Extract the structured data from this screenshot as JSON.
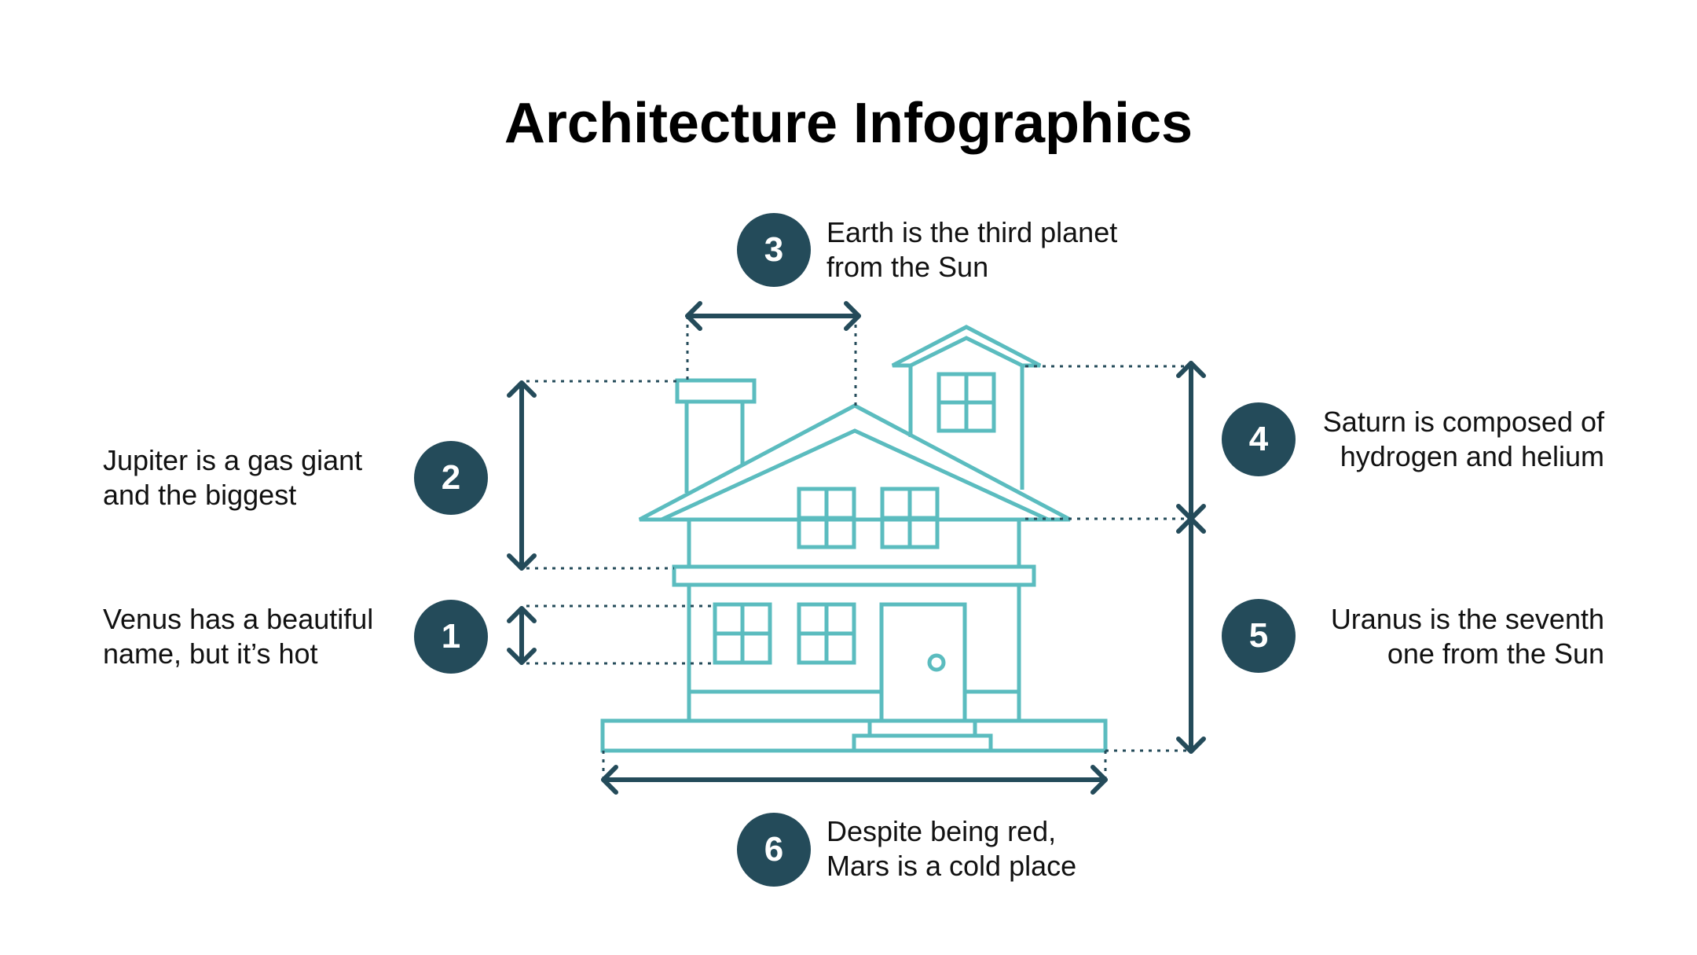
{
  "title": "Architecture Infographics",
  "colors": {
    "accent": "#5bbcbf",
    "dark": "#244b5a",
    "text": "#111111"
  },
  "items": [
    {
      "number": "1",
      "line1": "Venus has a beautiful",
      "line2": "name, but it’s hot"
    },
    {
      "number": "2",
      "line1": "Jupiter is a gas giant",
      "line2": "and the biggest"
    },
    {
      "number": "3",
      "line1": "Earth is the third planet",
      "line2": "from the Sun"
    },
    {
      "number": "4",
      "line1": "Saturn is composed of",
      "line2": "hydrogen and helium"
    },
    {
      "number": "5",
      "line1": "Uranus is the seventh",
      "line2": "one from the Sun"
    },
    {
      "number": "6",
      "line1": "Despite being red,",
      "line2": "Mars is a cold place"
    }
  ]
}
